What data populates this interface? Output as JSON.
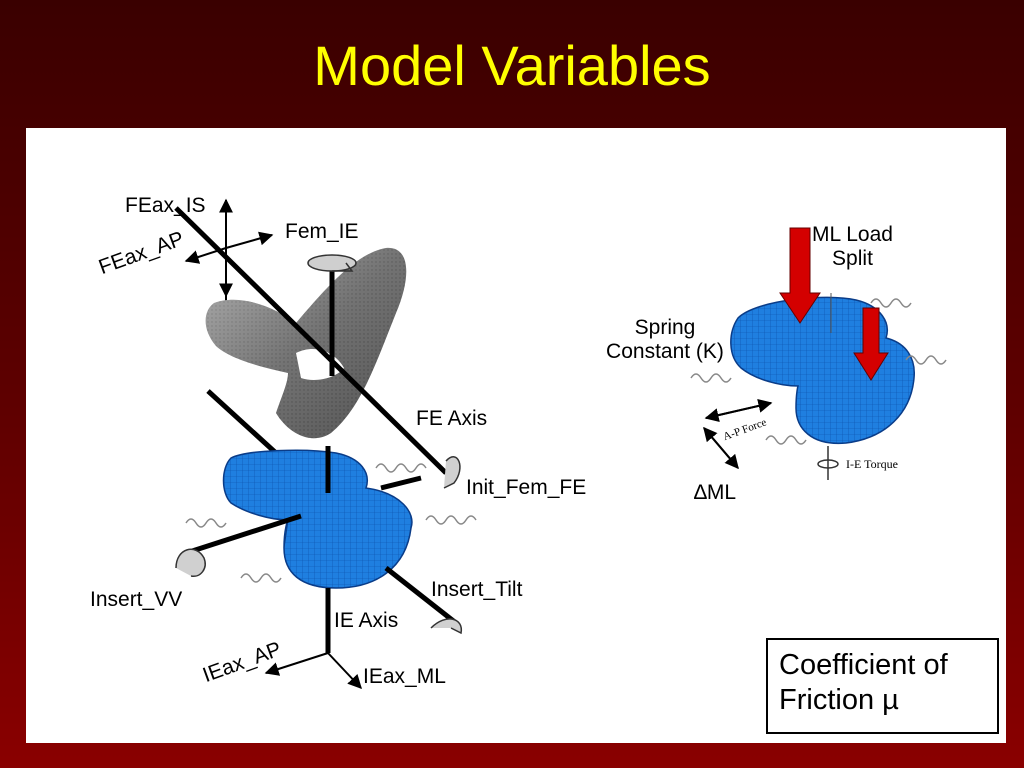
{
  "slide": {
    "title": "Model Variables"
  },
  "left_diagram": {
    "labels": {
      "feax_is": "FEax_IS",
      "feax_ap": "FEax_AP",
      "fem_ie": "Fem_IE",
      "fe_axis": "FE Axis",
      "init_fem_fe": "Init_Fem_FE",
      "insert_vv": "Insert_VV",
      "insert_tilt": "Insert_Tilt",
      "ie_axis": "IE Axis",
      "ieax_ap": "IEax_AP",
      "ieax_ml": "IEax_ML"
    }
  },
  "right_diagram": {
    "labels": {
      "ml_load_split_line1": "ML Load",
      "ml_load_split_line2": "Split",
      "spring_constant_line1": "Spring",
      "spring_constant_line2": "Constant (K)",
      "delta_ml": "∆ML",
      "ap_force": "A-P Force",
      "ie_torque": "I-E Torque"
    }
  },
  "friction_box": {
    "line1": "Coefficient of",
    "line2": "Friction µ"
  },
  "colors": {
    "title": "#ffff00",
    "insert_blue": "#1f7fe0",
    "load_arrow_red": "#d40000",
    "femur_gray": "#707070"
  }
}
